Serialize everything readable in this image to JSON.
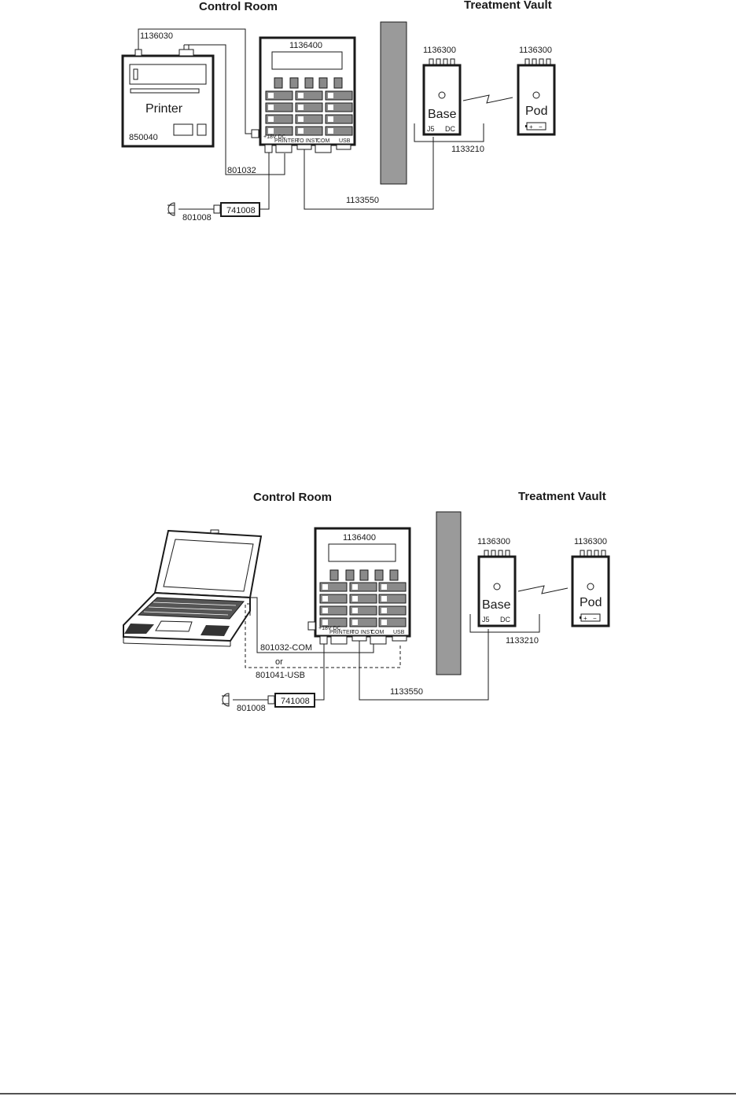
{
  "diagram1": {
    "header_left": "Control Room",
    "header_right": "Treatment Vault",
    "printer_cable": "1136030",
    "printer_label": "Printer",
    "printer_model": "850040",
    "console_model": "1136400",
    "port_dc": "+18V DC",
    "port_printer": "PRINTER",
    "port_toinst": "TO INST",
    "port_com": "COM",
    "port_usb": "USB",
    "printer_data_cable": "801032",
    "power_cord": "801008",
    "power_supply": "741008",
    "inst_cable": "1133550",
    "base_model": "1136300",
    "base_label": "Base",
    "base_j5": "J5",
    "base_dc": "DC",
    "cradle": "1133210",
    "pod_model": "1136300",
    "pod_label": "Pod"
  },
  "diagram2": {
    "header_left": "Control Room",
    "header_right": "Treatment Vault",
    "console_model": "1136400",
    "port_dc": "+18V DC",
    "port_printer": "PRINTER",
    "port_toinst": "TO INST",
    "port_com": "COM",
    "port_usb": "USB",
    "com_cable": "801032-COM",
    "or_text": "or",
    "usb_cable": "801041-USB",
    "power_cord": "801008",
    "power_supply": "741008",
    "inst_cable": "1133550",
    "base_model": "1136300",
    "base_label": "Base",
    "base_j5": "J5",
    "base_dc": "DC",
    "cradle": "1133210",
    "pod_model": "1136300",
    "pod_label": "Pod"
  }
}
